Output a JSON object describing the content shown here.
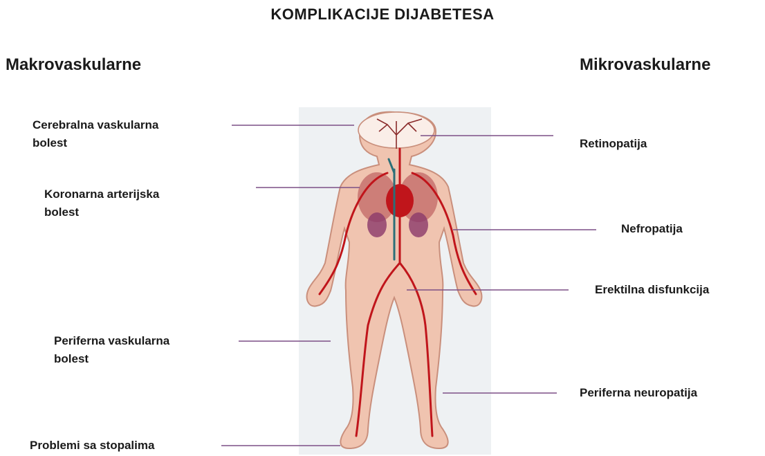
{
  "title": "KOMPLIKACIJE DIJABETESA",
  "columns": {
    "left": "Makrovaskularne",
    "right": "Mikrovaskularne"
  },
  "left_labels": [
    {
      "line1": "Cerebralna vaskularna",
      "line2": "bolest"
    },
    {
      "line1": "Koronarna arterijska",
      "line2": "bolest"
    },
    {
      "line1": "Periferna vaskularna",
      "line2": "bolest"
    },
    {
      "line1": "Problemi sa stopalima",
      "line2": ""
    }
  ],
  "right_labels": [
    {
      "line1": "Retinopatija"
    },
    {
      "line1": "Nefropatija"
    },
    {
      "line1": "Erektilna disfunkcija"
    },
    {
      "line1": "Periferna neuropatija"
    }
  ],
  "colors": {
    "leader": "#7b4f86",
    "skin": "#f0c4b0",
    "skin_edge": "#c98f7c",
    "artery": "#c0151b",
    "vein": "#2b6f78",
    "panel": "#eef1f3"
  }
}
